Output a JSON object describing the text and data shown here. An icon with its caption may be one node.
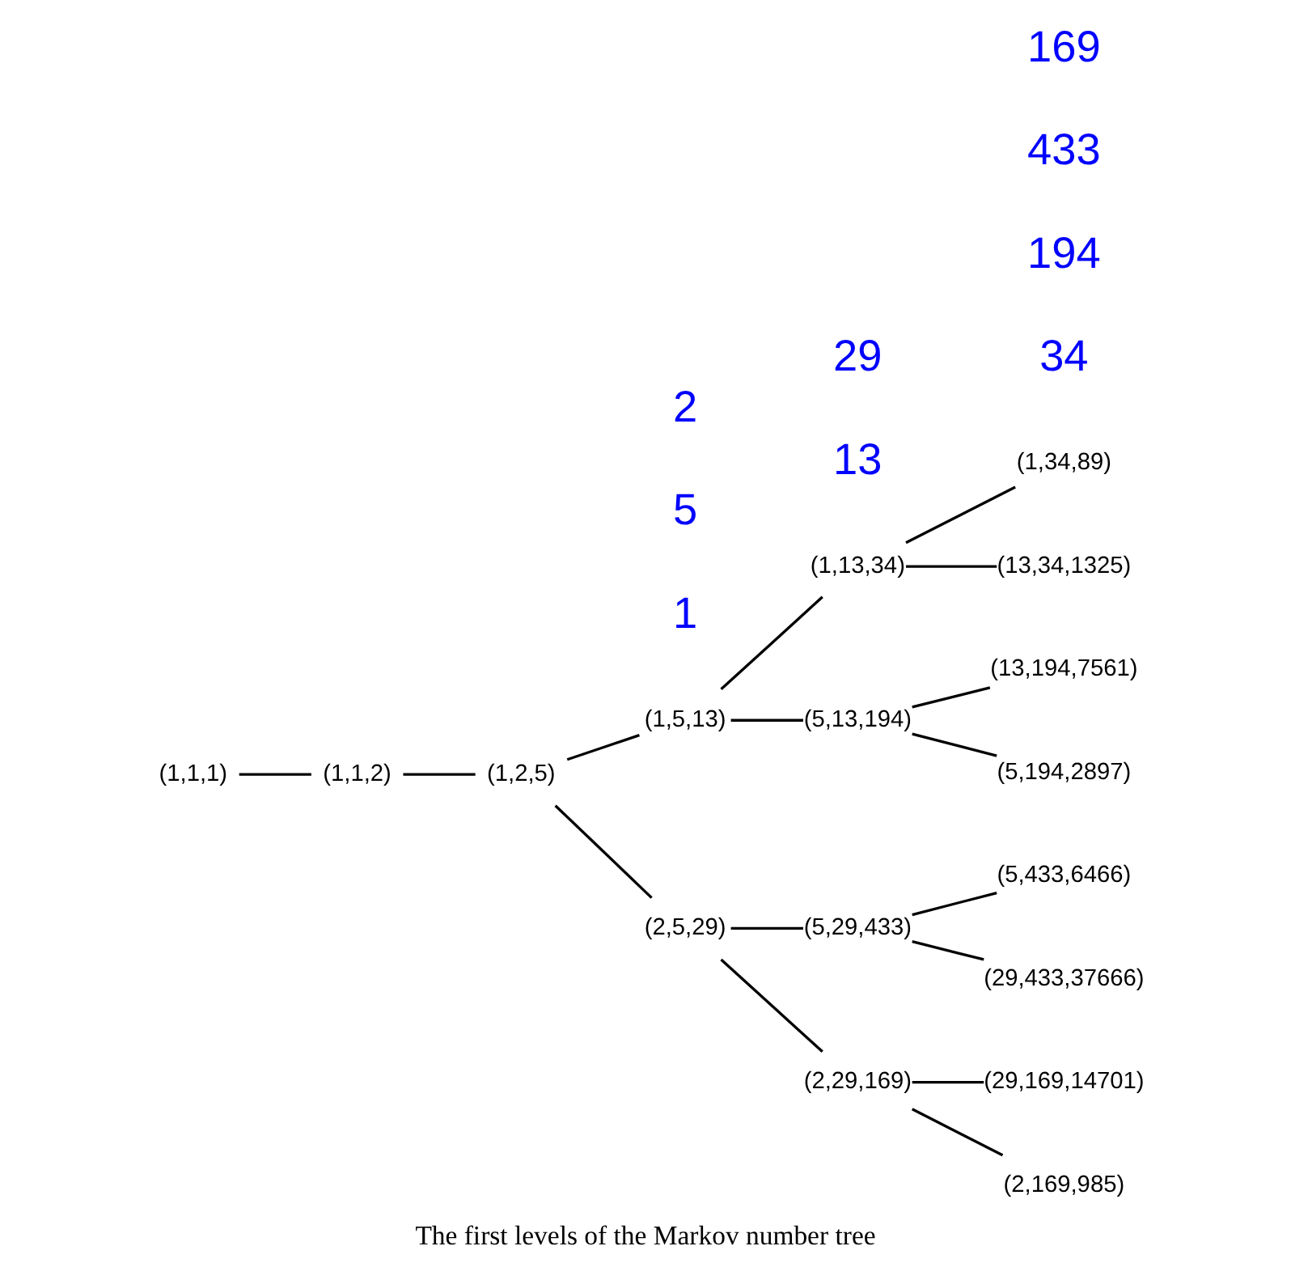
{
  "diagram": {
    "caption": "The first levels of the Markov number tree",
    "nodes": [
      {
        "text": [
          "(1,1,1)"
        ]
      },
      {
        "text": [
          "(1,1,2)"
        ]
      },
      {
        "text": [
          "(1,2,5)"
        ]
      },
      {
        "text": [
          "(1,5,13)"
        ]
      },
      {
        "text": [
          "(2,5,29)"
        ]
      },
      {
        "text": [
          "(1,13,34)"
        ]
      },
      {
        "text": [
          "(5,13,194)"
        ]
      },
      {
        "text": [
          "(5,29,433)"
        ]
      },
      {
        "text": [
          "(2,29,169)"
        ]
      },
      {
        "text": [
          "(1,34,89)"
        ]
      },
      {
        "text": [
          "(13,34,1325)"
        ]
      },
      {
        "text": [
          "(13,194,7561)"
        ]
      },
      {
        "text": [
          "(5,194,2897)"
        ]
      },
      {
        "text": [
          "(5,433,6466)"
        ]
      },
      {
        "text": [
          "(29,433,37666)"
        ]
      },
      {
        "text": [
          "(29,169,14701)"
        ]
      },
      {
        "text": [
          "(2,169,985)"
        ]
      }
    ],
    "edges": [
      {
        "from": 0,
        "to": 1,
        "arrow": "none"
      },
      {
        "from": 1,
        "to": 2,
        "arrow": "none"
      },
      {
        "from": 2,
        "to": 3,
        "arrow": "none"
      },
      {
        "from": 2,
        "to": 4,
        "arrow": "none"
      },
      {
        "from": 3,
        "to": 5,
        "arrow": "none"
      },
      {
        "from": 3,
        "to": 6,
        "arrow": "none"
      },
      {
        "from": 4,
        "to": 7,
        "arrow": "none"
      },
      {
        "from": 4,
        "to": 8,
        "arrow": "none"
      },
      {
        "from": 5,
        "to": 9,
        "arrow": "none"
      },
      {
        "from": 5,
        "to": 10,
        "arrow": "none"
      },
      {
        "from": 6,
        "to": 11,
        "arrow": "none"
      },
      {
        "from": 6,
        "to": 12,
        "arrow": "none"
      },
      {
        "from": 7,
        "to": 13,
        "arrow": "none"
      },
      {
        "from": 7,
        "to": 14,
        "arrow": "none"
      },
      {
        "from": 8,
        "to": 15,
        "arrow": "none"
      },
      {
        "from": 8,
        "to": 16,
        "arrow": "none"
      }
    ],
    "labels": [
      "34",
      "13",
      "1",
      "194",
      "5",
      "433",
      "2",
      "29",
      "169"
    ]
  }
}
